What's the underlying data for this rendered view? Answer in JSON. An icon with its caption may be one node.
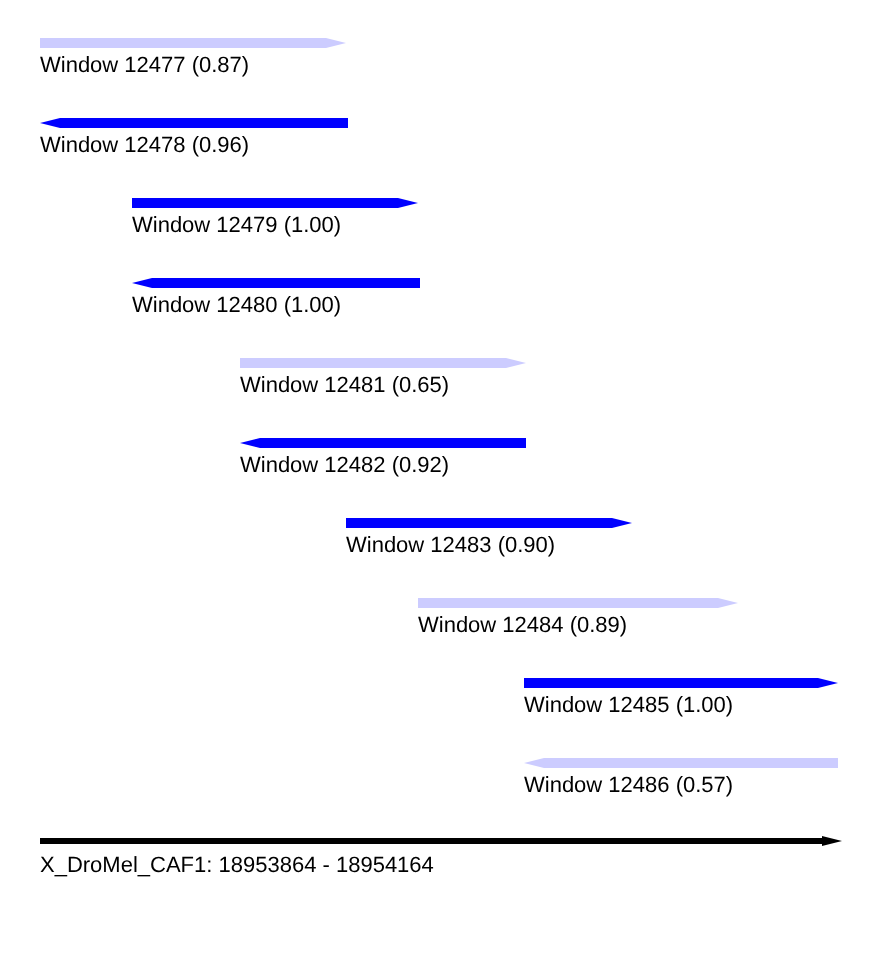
{
  "diagram": {
    "nodes": [
      {
        "text": [
          "Window 12477 (0.87)"
        ]
      },
      {
        "text": [
          "Window 12478 (0.96)"
        ]
      },
      {
        "text": [
          "Window 12479 (1.00)"
        ]
      },
      {
        "text": [
          "Window 12480 (1.00)"
        ]
      },
      {
        "text": [
          "Window 12481 (0.65)"
        ]
      },
      {
        "text": [
          "Window 12482 (0.92)"
        ]
      },
      {
        "text": [
          "Window 12483 (0.90)"
        ]
      },
      {
        "text": [
          "Window 12484 (0.89)"
        ]
      },
      {
        "text": [
          "Window 12485 (1.00)"
        ]
      },
      {
        "text": [
          "Window 12486 (0.57)"
        ]
      }
    ],
    "edges": [],
    "labels": [
      "X_DroMel_CAF1: 18953864 - 18954164"
    ]
  }
}
